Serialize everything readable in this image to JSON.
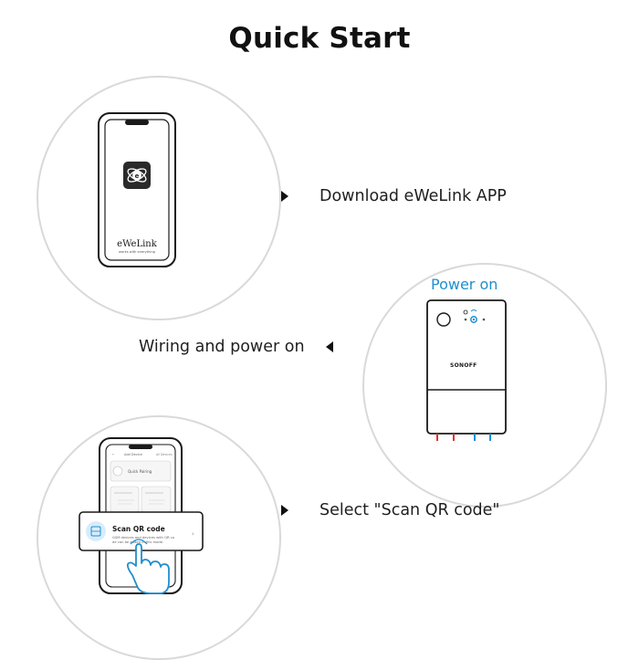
{
  "title": "Quick Start",
  "steps": [
    {
      "text": "Download eWeLink APP"
    },
    {
      "text": "Wiring and power on"
    },
    {
      "text": "Select \"Scan QR code\""
    }
  ],
  "phone1": {
    "app_name": "eWeLink",
    "tagline": "works with everything"
  },
  "device": {
    "power_label": "Power on",
    "brand": "SONOFF",
    "power_label_color": "#1f8fcf"
  },
  "phone3": {
    "header_left": "Add Device",
    "header_right": "All Devices",
    "quick_pairing": "Quick Pairing",
    "scan_title": "Scan QR code",
    "scan_desc_1": "GSM devices and devices with QR co",
    "scan_desc_2": "de can be added in this mode."
  },
  "colors": {
    "circle_border": "#d9d9d9",
    "accent_blue": "#1f8fcf",
    "wire_red": "#d9352f",
    "wire_blue": "#1f8fcf"
  }
}
